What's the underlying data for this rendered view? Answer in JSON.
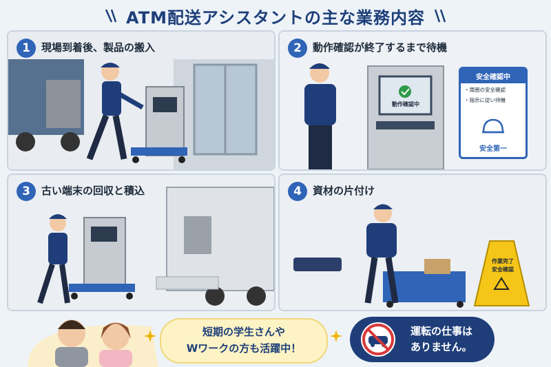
{
  "title": "ATM配送アシスタントの主な業務内容",
  "panels": [
    {
      "num": "1",
      "caption": "現場到着後、製品の搬入"
    },
    {
      "num": "2",
      "caption": "動作確認が終了するまで待機"
    },
    {
      "num": "3",
      "caption": "古い端末の回収と積込"
    },
    {
      "num": "4",
      "caption": "資材の片付け"
    }
  ],
  "atm_screen_text": "動作確認中",
  "safety_badge": {
    "header": "安全確認中",
    "items": [
      "・周囲の安全確認",
      "・指示に従い待機"
    ],
    "footer": "安全第一"
  },
  "sign_text": [
    "作業完了",
    "安全確認"
  ],
  "footer": {
    "message1": [
      "短期の学生さんや",
      "Wワークの方も活躍中！"
    ],
    "message2": [
      "運転の仕事は",
      "ありません。"
    ]
  },
  "colors": {
    "accent": "#2f64b7",
    "navy": "#1d3f79",
    "cart": "#2f64b7",
    "sign": "#f5c518"
  }
}
